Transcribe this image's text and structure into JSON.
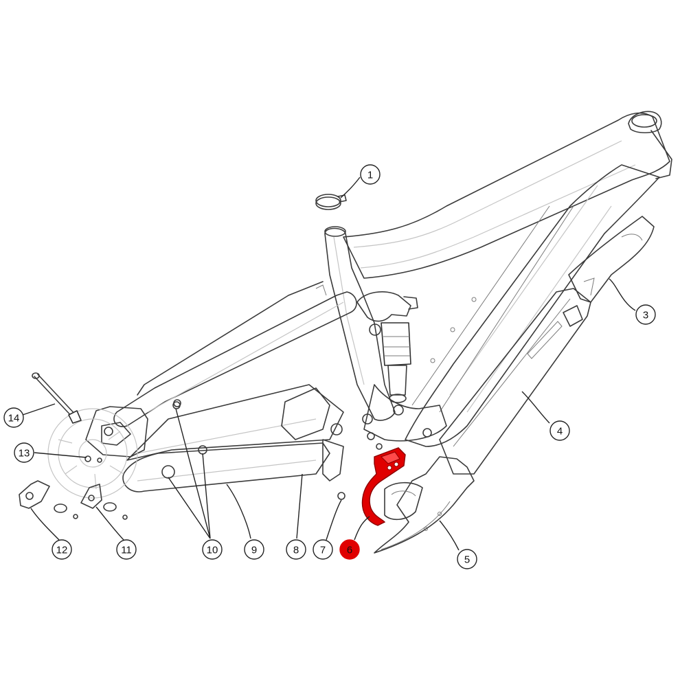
{
  "diagram": {
    "highlight_color": "#e00000",
    "line_color": "#3a3a3a",
    "active_part": "6",
    "callouts": [
      {
        "id": "c1",
        "label": "1",
        "active": false
      },
      {
        "id": "c2",
        "label": "3",
        "active": false
      },
      {
        "id": "c3",
        "label": "4",
        "active": false
      },
      {
        "id": "c4",
        "label": "5",
        "active": false
      },
      {
        "id": "c5",
        "label": "6",
        "active": true
      },
      {
        "id": "c6",
        "label": "7",
        "active": false
      },
      {
        "id": "c7",
        "label": "8",
        "active": false
      },
      {
        "id": "c8",
        "label": "9",
        "active": false
      },
      {
        "id": "c9",
        "label": "10",
        "active": false
      },
      {
        "id": "c10",
        "label": "11",
        "active": false
      },
      {
        "id": "c11",
        "label": "12",
        "active": false
      },
      {
        "id": "c12",
        "label": "13",
        "active": false
      },
      {
        "id": "c13",
        "label": "14",
        "active": false
      }
    ]
  }
}
